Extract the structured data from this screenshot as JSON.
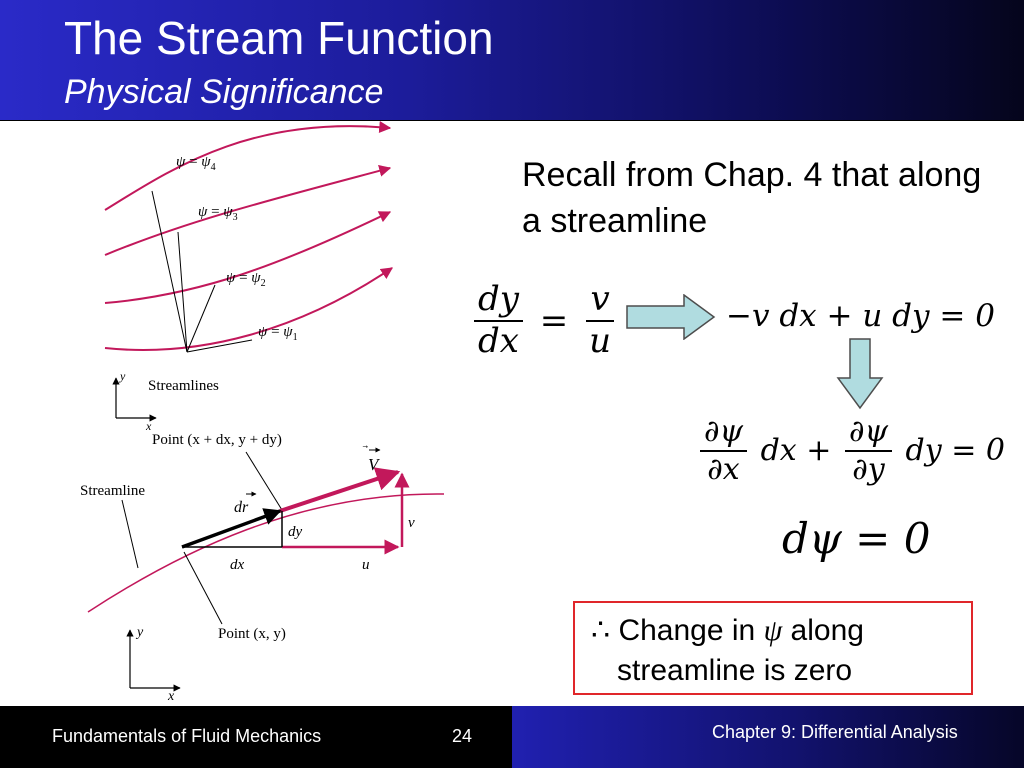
{
  "header": {
    "title": "The Stream Function",
    "subtitle": "Physical Significance"
  },
  "diagram": {
    "streamline_labels": [
      "ψ = ψ4",
      "ψ = ψ3",
      "ψ = ψ2",
      "ψ = ψ1"
    ],
    "psi": "ψ",
    "subs": [
      "4",
      "3",
      "2",
      "1"
    ],
    "streamlines_label": "Streamlines",
    "axis_y": "y",
    "axis_x": "x",
    "point_top": "Point (x + dx, y + dy)",
    "streamline_label": "Streamline",
    "vector_V": "V",
    "dr": "dr",
    "dy": "dy",
    "dx": "dx",
    "v": "v",
    "u": "u",
    "point_bottom": "Point (x, y)"
  },
  "text": {
    "recall": "Recall from Chap. 4 that along a streamline"
  },
  "equations": {
    "eq1_num": "dy",
    "eq1_den": "dx",
    "eq1_eq": "=",
    "eq1_rnum": "v",
    "eq1_rden": "u",
    "eq2": "−v dx + u dy = 0",
    "eq3_pnum1": "∂ψ",
    "eq3_pden1": "∂x",
    "eq3_mid": "dx +",
    "eq3_pnum2": "∂ψ",
    "eq3_pden2": "∂y",
    "eq3_end": "dy = 0",
    "eq4": "dψ = 0"
  },
  "result": {
    "therefore": "∴",
    "line1_a": "Change in",
    "psi": "ψ",
    "line1_b": "along",
    "line2": "streamline is zero"
  },
  "footer": {
    "course": "Fundamentals of Fluid Mechanics",
    "page": "24",
    "chapter": "Chapter 9:  Differential Analysis"
  },
  "colors": {
    "streamline": "#c2185b",
    "arrow_fill": "#b0dce0",
    "box_border": "#e0262a"
  }
}
